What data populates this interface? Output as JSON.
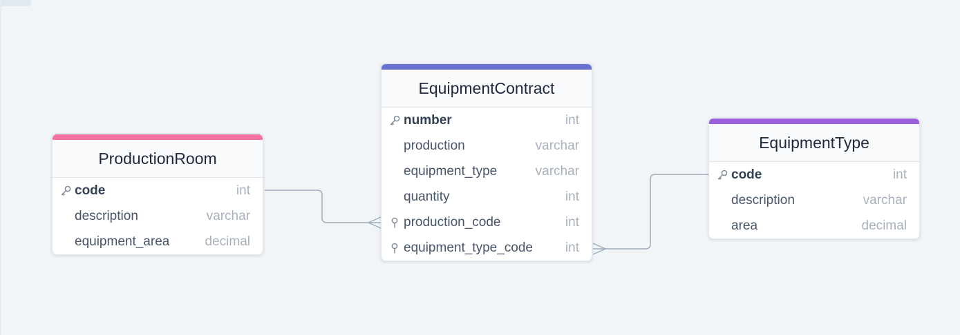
{
  "tables": {
    "production_room": {
      "name": "ProductionRoom",
      "color": "#f472a0",
      "fields": [
        {
          "name": "code",
          "type": "int",
          "icon": "key-icon"
        },
        {
          "name": "description",
          "type": "varchar",
          "icon": ""
        },
        {
          "name": "equipment_area",
          "type": "decimal",
          "icon": ""
        }
      ]
    },
    "equipment_contract": {
      "name": "EquipmentContract",
      "color": "#6870d0",
      "fields": [
        {
          "name": "number",
          "type": "int",
          "icon": "key-icon"
        },
        {
          "name": "production",
          "type": "varchar",
          "icon": ""
        },
        {
          "name": "equipment_type",
          "type": "varchar",
          "icon": ""
        },
        {
          "name": "quantity",
          "type": "int",
          "icon": "foreign-key-pin-icon"
        },
        {
          "name": "production_code",
          "type": "int",
          "icon": "foreign-key-pin-icon"
        },
        {
          "name": "equipment_type_code",
          "type": "int",
          "icon": "foreign-key-pin-icon"
        }
      ]
    },
    "equipment_type": {
      "name": "EquipmentType",
      "color": "#9a60dc",
      "fields": [
        {
          "name": "code",
          "type": "int",
          "icon": "key-icon"
        },
        {
          "name": "description",
          "type": "varchar",
          "icon": ""
        },
        {
          "name": "area",
          "type": "decimal",
          "icon": ""
        }
      ]
    }
  },
  "relations": [
    {
      "from": "ProductionRoom.code",
      "to": "EquipmentContract.production_code",
      "cardinality": "one-to-many"
    },
    {
      "from": "EquipmentType.code",
      "to": "EquipmentContract.equipment_type_code",
      "cardinality": "one-to-many"
    }
  ]
}
